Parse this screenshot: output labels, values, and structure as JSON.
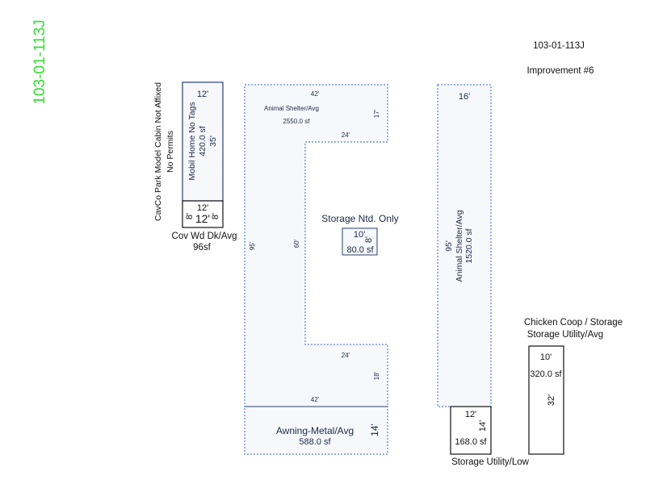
{
  "parcel_id_vertical": "103-01-113J",
  "header": {
    "parcel_id": "103-01-113J",
    "improvement": "Improvement #6"
  },
  "colors": {
    "id_green": "#33dd33",
    "outline": "#2a3f6e",
    "dotted": "#3366cc",
    "fill": "#f7f8fb"
  },
  "mobile_home": {
    "name": "Mobil Home No Tags",
    "area": "420.0 sf",
    "width": "12'",
    "length": "35'",
    "note_line1": "CavCo Park Model Cabin Not Affixed",
    "note_line2": "No Permits"
  },
  "deck": {
    "width": "12'",
    "left_dim": "8'",
    "right_dim": "8'",
    "bottom_dim": "12'",
    "name": "Cov Wd Dk/Avg",
    "area": "96sf"
  },
  "animal_shelter_left": {
    "name": "Animal Shelter/Avg",
    "area": "2550.0 sf",
    "top_dim": "42'",
    "right_top_dim": "17'",
    "inner_top_dim": "24'",
    "left_dim": "95'",
    "inner_left_dim": "60'",
    "inner_bottom_dim": "24'",
    "right_bottom_dim": "18'",
    "bottom_dim": "42'"
  },
  "storage_ntd": {
    "label": "Storage Ntd. Only",
    "width": "10'",
    "depth": "8'",
    "area": "80.0 sf"
  },
  "awning": {
    "name": "Awning-Metal/Avg",
    "area": "588.0 sf",
    "depth": "14'"
  },
  "animal_shelter_right": {
    "top_dim": "16'",
    "length": "95'",
    "name": "Animal Shelter/Avg",
    "area": "1520.0 sf"
  },
  "storage_low": {
    "width": "12'",
    "depth": "14'",
    "area": "168.0 sf",
    "name": "Storage Utility/Low"
  },
  "chicken_coop": {
    "title_line1": "Chicken Coop / Storage",
    "title_line2": "Storage Utility/Avg",
    "width": "10'",
    "area": "320.0 sf",
    "length": "32'"
  }
}
